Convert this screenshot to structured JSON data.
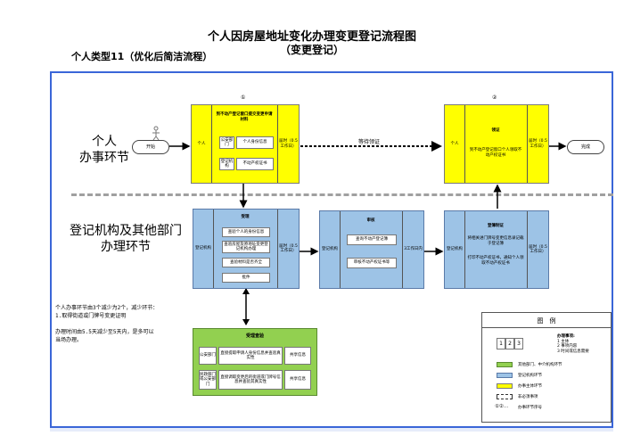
{
  "title": "个人因房屋地址变化办理变更登记流程图",
  "subtitle": "（变更登记）",
  "section_title": "个人类型11（优化后简洁流程）",
  "lanes": {
    "personal": [
      "个人",
      "办事环节"
    ],
    "agency": [
      "登记机构及其他部门",
      "办理环节"
    ]
  },
  "nodes": {
    "start": "开始",
    "end": "完成",
    "step1": {
      "num": "①",
      "header": "到不动产登记窗口提交变更申请材料",
      "left": "个人",
      "right": "届时（0.5工作日）",
      "items": [
        {
          "a": "公安部门",
          "b": "个人身份信息"
        },
        {
          "a": "登记机构",
          "b": "不动产权证书"
        }
      ]
    },
    "wait": "等待领证",
    "step2": {
      "num": "②",
      "header": "领证",
      "left": "个人",
      "body": "到不动产登记窗口个人领取不动产权证书",
      "right": "届时（0.5工作日）"
    },
    "accept": {
      "header": "受理",
      "left": "登记机构",
      "right": "届时（0.5工作日）",
      "items": [
        "查验个人的身份信息",
        "查验房屋及原地址变更登记机构办理",
        "查验材料是否齐全",
        "批件"
      ]
    },
    "review": {
      "header": "审核",
      "left": "登记机构",
      "items": [
        "查询不动产登记簿",
        "审核不动产权证书等"
      ],
      "right": "3工作日内"
    },
    "register": {
      "header": "登簿制证",
      "left": "登记机构",
      "items": [
        "将相关进门牌号变更信息录记载于登记簿",
        "打印不动产权证书，通知个人领取不动产权证书"
      ],
      "right": "届时（0.5工作日）"
    },
    "verify": {
      "header": "受理查验",
      "rows": [
        {
          "a": "公安部门",
          "b": "直接提取申请人身份信息并查验真实性",
          "c": "共享信息"
        },
        {
          "a": "民政部门或公安部门",
          "b": "直接调取变更后的街道或门牌号信息并查验其真实性",
          "c": "共享信息"
        }
      ]
    }
  },
  "note": [
    "个人办事环节由3个减少为2个，减少环节：",
    "1.取得街道或门牌号变更证明",
    "",
    "办理时间由5.5天减少至5天内，是多可以",
    "当场办理。"
  ],
  "legend": {
    "title": "图　例",
    "steps_sample": [
      "1",
      "2",
      "3"
    ],
    "steps_desc_title": "办理事项:",
    "steps_desc": [
      "1 主体",
      "2 事项内容",
      "3 时间或信息需要"
    ],
    "items": [
      {
        "color": "#92d050",
        "label": "其他部门、中介机构环节"
      },
      {
        "color": "#9dc3e6",
        "label": "登记机构环节"
      },
      {
        "color": "#ffff00",
        "label": "办事主体环节"
      }
    ],
    "dash_label": "非必须事项",
    "order_sample": "①②…",
    "order_label": "办事环节序号"
  }
}
